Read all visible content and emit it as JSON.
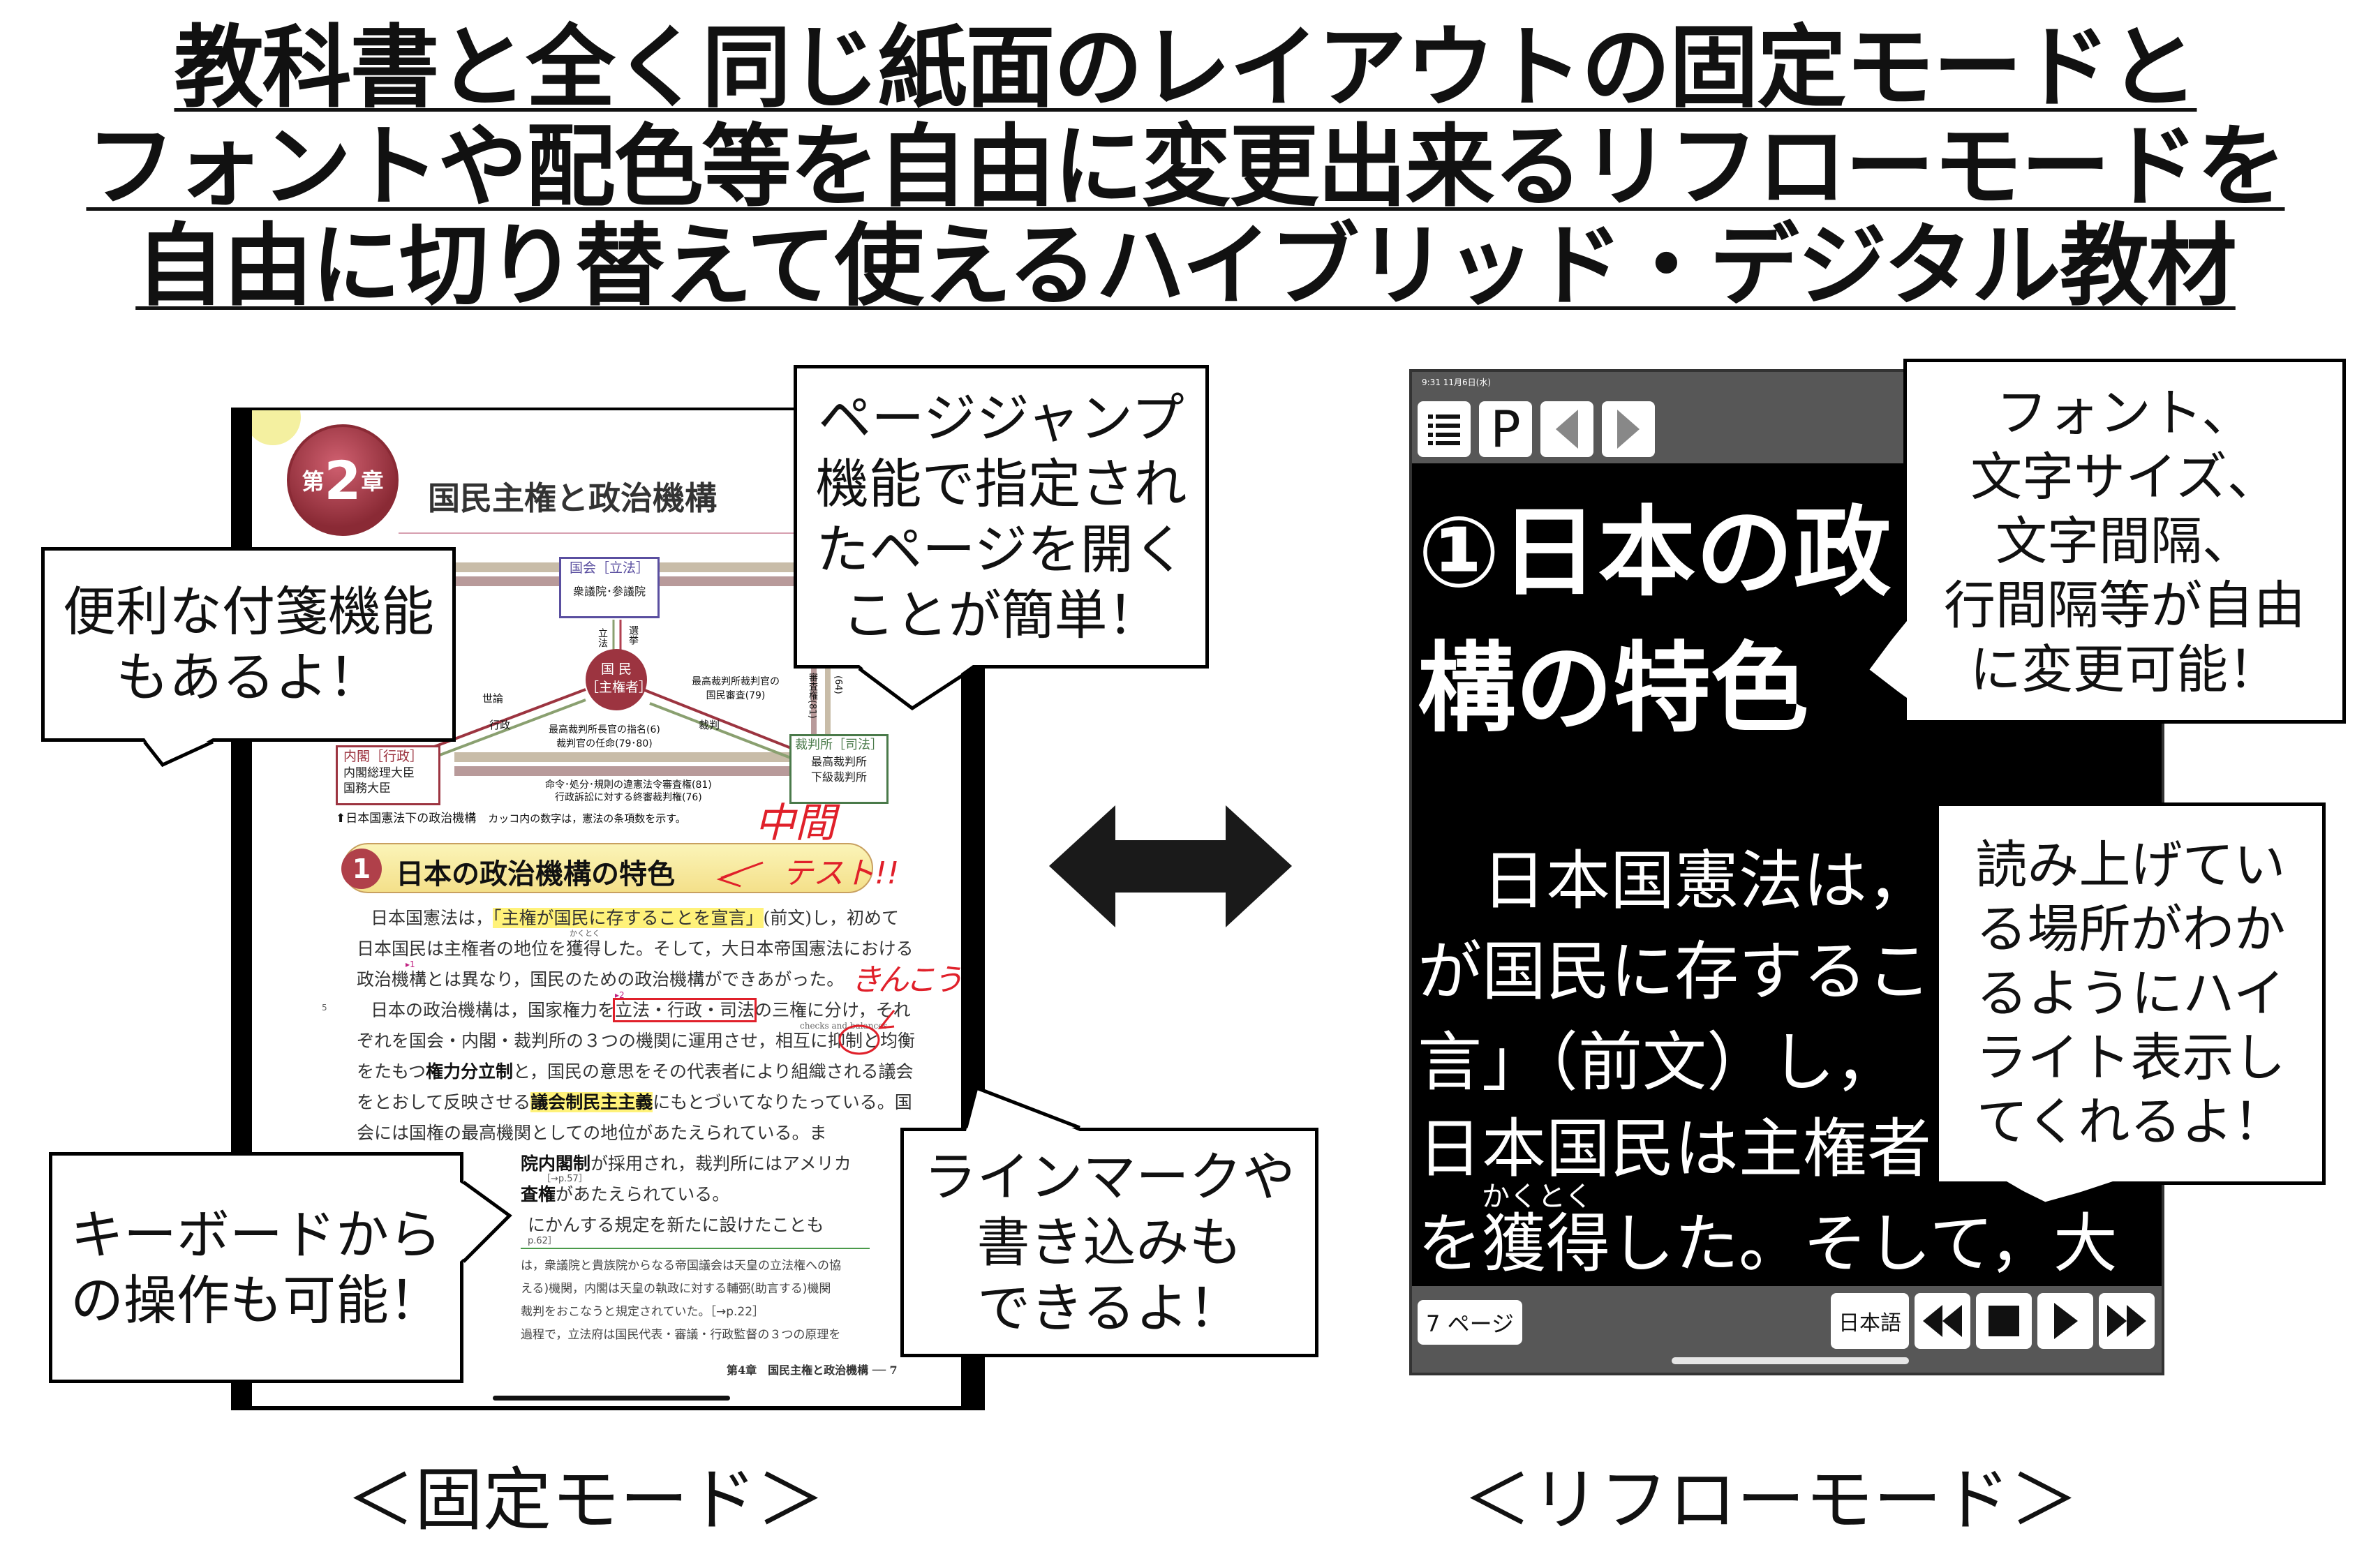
{
  "headline": {
    "lines": [
      "教科書と全く同じ紙面のレイアウトの固定モードと",
      "フォントや配色等を自由に変更出来るリフローモードを",
      "自由に切り替えて使えるハイブリッド・デジタル教材"
    ]
  },
  "fixed_mode": {
    "label": "＜固定モード＞",
    "chapter_badge": {
      "prefix": "第",
      "number": "2",
      "suffix": "章"
    },
    "chapter_title": "国民主権と政治機構",
    "diagram": {
      "diet": {
        "title": "国会［立法］",
        "sub": "衆議院･参議院"
      },
      "people": {
        "title": "国 民",
        "sub": "［主権者］"
      },
      "cabinet": {
        "title": "内閣［行政］",
        "sub1": "内閣総理大臣",
        "sub2": "国務大臣"
      },
      "court": {
        "title": "裁判所［司法］",
        "sub1": "最高裁判所",
        "sub2": "下級裁判所"
      },
      "labels": {
        "legislation": "立法",
        "election": "選挙",
        "opinion": "世論",
        "administration": "行政",
        "judgment": "裁判",
        "review": "最高裁判所裁判官の\n国民審査(79)",
        "appointment1": "最高裁判所長官の指名(6)",
        "appointment2": "裁判官の任命(79･80)",
        "judicial_review1": "命令･処分･規則の違憲法令審査権(81)",
        "judicial_review2": "行政訴訟に対する終審裁判権(76)",
        "right1": "審査権(81)",
        "right2": "(64)"
      },
      "caption": "日本国憲法下の政治機構",
      "caption_note": "カッコ内の数字は，憲法の条項数を示す。"
    },
    "section": {
      "number": "1",
      "heading": "日本の政治機構の特色"
    },
    "body_lines": [
      {
        "pre": "日本国憲法は，",
        "hl": "「主権が国民に存することを宣言」",
        "post": "(前文)し，初めて"
      },
      {
        "pre": "日本国民は主権者の地位を獲得した。そして，大日本帝国憲法における",
        "ruby": "かくとく"
      },
      {
        "pre": "政治機構とは異なり，国民のための政治機構ができあがった。",
        "mark": "▸1"
      },
      {
        "pre": "日本の政治機構は，国家権力を",
        "boxed": "立法・行政・司法",
        "post": "の三権に分け，それ",
        "mark": "▸2"
      },
      {
        "pre": "ぞれを国会・内閣・裁判所の３つの機関に運用させ，相互に抑制と均衡",
        "note": "checks and balances"
      },
      {
        "pre": "をたもつ",
        "bold": "権力分立制",
        "post": "と，国民の意思をその代表者により組織される議会"
      },
      {
        "pre": "をとおして反映させる",
        "hl": "議会制民主主義",
        "post": "にもとづいてなりたっている。国"
      },
      {
        "pre": "会には国権の最高機関としての地位があたえられている。ま"
      },
      {
        "bold": "院内閣制",
        "post": "が採用され，裁判所にはアメリカ",
        "ref": "［→p.57］"
      },
      {
        "bold": "査権",
        "post": "があたえられている。"
      },
      {
        "post": "にかんする規定を新たに設けたことも",
        "ref": "p.62］"
      }
    ],
    "line_number": "5",
    "footnotes": [
      "は，衆議院と貴族院からなる帝国議会は天皇の立法権への協",
      "える)機関，内閣は天皇の執政に対する輔弼(助言する)機関",
      "裁判をおこなうと規定されていた。［→p.22］",
      "過程で，立法府は国民代表・審議・行政監督の３つの原理を"
    ],
    "footer": "第4章　国民主権と政治機構 ── 7",
    "handwriting": {
      "note1": "中間",
      "note2": "テスト!!",
      "note3": "きんこう"
    }
  },
  "reflow_mode": {
    "label": "＜リフローモード＞",
    "status_time": "9:31  11月6日(水)",
    "toolbar": {
      "toc": "table-of-contents",
      "page_jump": "P",
      "prev": "◀",
      "next": "▶"
    },
    "heading_line1": "①日本の政",
    "heading_line2": "構の特色",
    "body_lines": [
      "　日本国憲法は，",
      "が国民に存するこ",
      "言」（前文）し，",
      "日本国民は主権者",
      "を獲得した。そして，大"
    ],
    "ruby": "かくとく",
    "page_indicator": "7 ページ",
    "language_button": "日本語",
    "player": {
      "rewind": "◀◀",
      "stop": "■",
      "play": "▶",
      "forward": "▶▶"
    }
  },
  "callouts": {
    "sticky_note": [
      "便利な付箋機能",
      "もあるよ！"
    ],
    "page_jump": [
      "ページジャンプ",
      "機能で指定され",
      "たページを開く",
      "ことが簡単！"
    ],
    "keyboard": [
      "キーボードから",
      "の操作も可能！"
    ],
    "line_mark": [
      "ラインマークや",
      "書き込みも",
      "できるよ！"
    ],
    "font": [
      "フォント、",
      "文字サイズ、",
      "文字間隔、",
      "行間隔等が自由",
      "に変更可能！"
    ],
    "read_aloud": [
      "読み上げてい",
      "る場所がわか",
      "るようにハイ",
      "ライト表示し",
      "てくれるよ！"
    ]
  },
  "colors": {
    "chapter": "#9c3440",
    "highlight": "#fff27a",
    "pen": "#e0202a",
    "device_bar": "#575757"
  }
}
